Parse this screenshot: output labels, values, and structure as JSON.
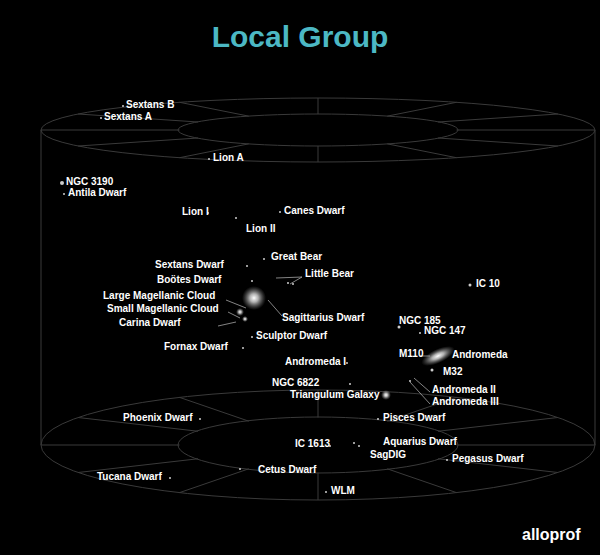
{
  "diagram": {
    "title": "Local Group",
    "labels": [
      "Sextans B",
      "Sextans A",
      "Lion A",
      "NGC 3190",
      "Antila Dwarf",
      "Lion I",
      "Canes Dwarf",
      "Lion II",
      "Great Bear",
      "Sextans Dwarf",
      "Little Bear",
      "Boötes Dwarf",
      "IC 10",
      "Large Magellanic Cloud",
      "Small Magellanic Cloud",
      "Sagittarius Dwarf",
      "Carina Dwarf",
      "NGC 185",
      "NGC 147",
      "Sculptor Dwarf",
      "Fornax Dwarf",
      "M110",
      "Andromeda",
      "Andromeda I",
      "M32",
      "NGC 6822",
      "Andromeda II",
      "Triangulum Galaxy",
      "Andromeda III",
      "Phoenix Dwarf",
      "Pisces Dwarf",
      "Aquarius Dwarf",
      "IC 1613",
      "SagDIG",
      "Pegasus Dwarf",
      "Tucana Dwarf",
      "Cetus Dwarf",
      "WLM",
      "alloprof"
    ]
  }
}
